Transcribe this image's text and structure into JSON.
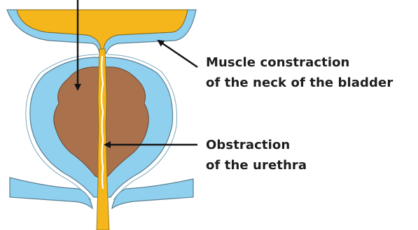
{
  "labels": {
    "bladder_neck": {
      "line1": "Muscle constraction",
      "line2": "of the neck of the bladder"
    },
    "urethra": {
      "line1": "Obstraction",
      "line2": "of the urethra"
    }
  },
  "colors": {
    "urine_yellow": "#f4b61a",
    "bladder_wall_blue": "#8fd0ee",
    "prostate_brown": "#a9714c",
    "arrow_black": "#141414",
    "text": "#1e1e1e"
  },
  "icons": {
    "arrows": [
      "arrow-down-icon",
      "arrow-pointer-icon",
      "arrow-pointer-icon"
    ]
  }
}
